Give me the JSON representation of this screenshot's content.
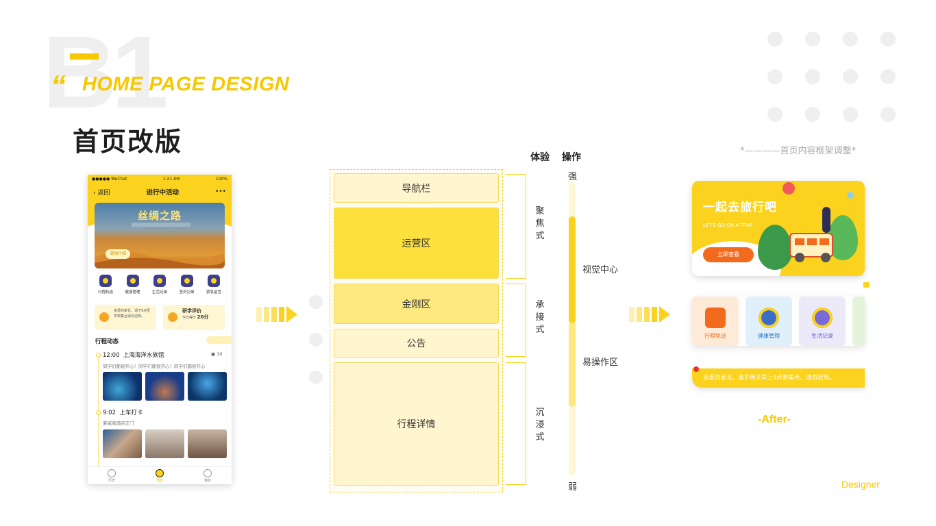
{
  "header": {
    "bg_mark": "B1",
    "subtitle_en": "HOME PAGE DESIGN",
    "title_cn": "首页改版",
    "caption": "*————首页内容框架调整*"
  },
  "colors": {
    "accent": "#fbd31e",
    "accent_dark": "#f7c800",
    "orange": "#f26b1d"
  },
  "phone": {
    "status": {
      "carrier": "●●●●● WeChat",
      "time": "1:21 AM",
      "battery": "100%"
    },
    "nav": {
      "back": "返回",
      "title": "进行中活动",
      "more": "•••"
    },
    "banner": {
      "title": "丝绸之路",
      "button": "活动介绍"
    },
    "icons": [
      "行程轨迹",
      "健康管理",
      "生活记录",
      "签到记录",
      "紧急留言"
    ],
    "card_left": {
      "text": "亲爱的家长，请于9点至学校集合请勿迟到。"
    },
    "card_right": {
      "title": "研学评价",
      "text": "今日得分",
      "score": "20分"
    },
    "section_title": "行程动态",
    "events": [
      {
        "time": "12:00",
        "place": "上海海洋水族馆",
        "count": "10",
        "comment": "同学们都很开心！同学们都很开心！同学们都很开心"
      },
      {
        "time": "9:02",
        "place": "上车打卡",
        "comment": "夏威夷酒店正门"
      }
    ],
    "tabs": [
      "历史",
      "活动",
      "我的"
    ]
  },
  "wireframe": {
    "blocks": [
      "导航栏",
      "运营区",
      "金刚区",
      "公告",
      "行程详情"
    ],
    "groups": [
      "聚焦式",
      "承接式",
      "沉浸式"
    ],
    "col_experience": "体验",
    "col_operation": "操作",
    "scale_top": "强",
    "scale_bottom": "弱",
    "zone_visual": "视觉中心",
    "zone_easy": "易操作区"
  },
  "after": {
    "banner_title": "一起去旅行吧",
    "banner_sub": "LET'S GO ON A TRAP",
    "banner_button": "立即查看",
    "tiles": [
      "行程轨迹",
      "健康管理",
      "生活记录"
    ],
    "notice": "亲爱的家长，请于明天早上9点整集合，请勿迟到。",
    "label": "-After-"
  },
  "footer": {
    "designer": "Designer"
  }
}
